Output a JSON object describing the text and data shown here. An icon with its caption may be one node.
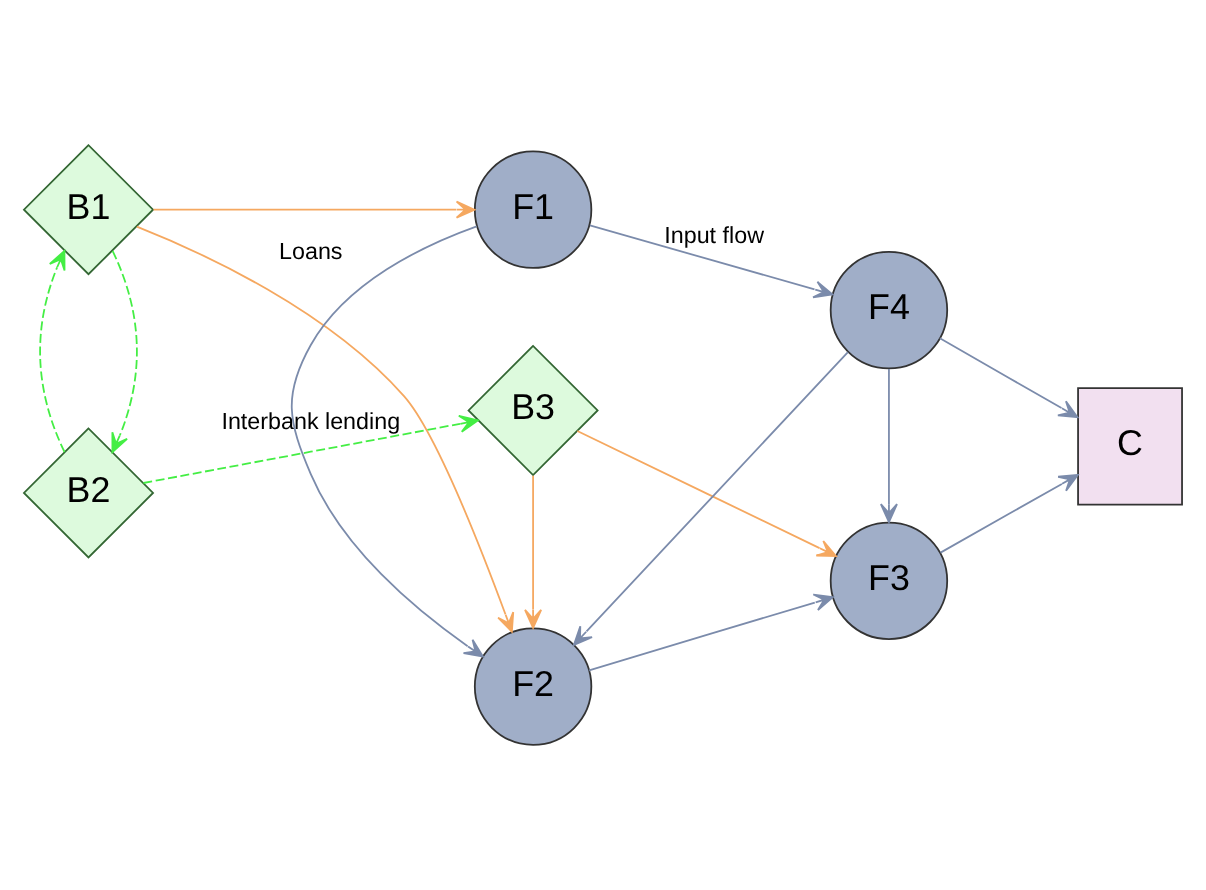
{
  "diagram": {
    "nodes": [
      {
        "text": [
          "B2"
        ]
      },
      {
        "text": [
          "B3"
        ]
      },
      {
        "text": [
          "F3"
        ]
      },
      {
        "text": [
          "B1"
        ]
      },
      {
        "text": [
          "F2"
        ]
      },
      {
        "text": [
          "C"
        ]
      },
      {
        "text": [
          "F1"
        ]
      },
      {
        "text": [
          "F4"
        ]
      }
    ],
    "edges": [
      {
        "from": 0,
        "to": 1,
        "arrow": "to",
        "label": "Interbank lending",
        "style": "dashed",
        "color": "#44ee44"
      },
      {
        "from": 3,
        "to": 0,
        "arrow": "to",
        "style": "dashed",
        "color": "#44ee44"
      },
      {
        "from": 0,
        "to": 3,
        "arrow": "to",
        "style": "dashed",
        "color": "#44ee44"
      },
      {
        "from": 1,
        "to": 2,
        "arrow": "to",
        "color": "#f5a860"
      },
      {
        "from": 1,
        "to": 4,
        "arrow": "to",
        "color": "#f5a860"
      },
      {
        "from": 3,
        "to": 4,
        "arrow": "to",
        "label": "Loans",
        "color": "#f5a860"
      },
      {
        "from": 3,
        "to": 6,
        "arrow": "to",
        "color": "#f5a860"
      },
      {
        "from": 6,
        "to": 4,
        "arrow": "to"
      },
      {
        "from": 6,
        "to": 7,
        "arrow": "to",
        "label": "Input flow"
      },
      {
        "from": 4,
        "to": 2,
        "arrow": "to"
      },
      {
        "from": 7,
        "to": 4,
        "arrow": "to"
      },
      {
        "from": 7,
        "to": 2,
        "arrow": "to"
      },
      {
        "from": 7,
        "to": 5,
        "arrow": "to"
      },
      {
        "from": 2,
        "to": 5,
        "arrow": "to"
      }
    ]
  }
}
